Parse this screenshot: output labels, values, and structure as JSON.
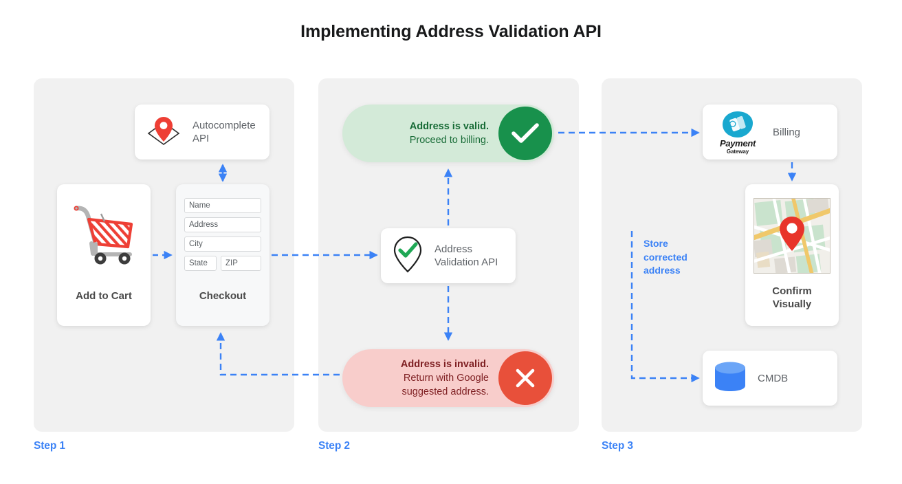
{
  "page": {
    "title": "Implementing Address Validation API",
    "accent_blue": "#3b82f6",
    "panel_bg": "#f1f1f1"
  },
  "steps": [
    {
      "label": "Step 1"
    },
    {
      "label": "Step 2"
    },
    {
      "label": "Step 3"
    }
  ],
  "step1": {
    "autocomplete_card": {
      "label": "Autocomplete\nAPI",
      "label_line1": "Autocomplete",
      "label_line2": "API",
      "icon": "map-pin-diamond-icon"
    },
    "cart_card": {
      "caption": "Add to Cart",
      "icon": "shopping-cart-icon"
    },
    "checkout_card": {
      "caption": "Checkout",
      "fields": [
        {
          "name": "name-field",
          "placeholder": "Name"
        },
        {
          "name": "address-field",
          "placeholder": "Address"
        },
        {
          "name": "city-field",
          "placeholder": "City"
        },
        {
          "name": "state-field",
          "placeholder": "State"
        },
        {
          "name": "zip-field",
          "placeholder": "ZIP"
        }
      ]
    }
  },
  "step2": {
    "valid_pill": {
      "line1": "Address is valid.",
      "line2": "Proceed to billing.",
      "badge_icon": "checkmark-icon",
      "bg": "#d3ead8",
      "badge_color": "#18914c",
      "text_color": "#176b36"
    },
    "invalid_pill": {
      "line1": "Address is invalid.",
      "line2": "Return with Google",
      "line3": "suggested address.",
      "badge_icon": "close-x-icon",
      "bg": "#f8cdcb",
      "badge_color": "#e8503a",
      "text_color": "#7e1f22"
    },
    "validation_card": {
      "label_line1": "Address",
      "label_line2": "Validation API",
      "icon": "pin-check-icon"
    }
  },
  "step3": {
    "billing_card": {
      "label": "Billing",
      "icon": "payment-gateway-logo-icon",
      "logo_word": "Payment",
      "logo_sub": "Gateway"
    },
    "map_card": {
      "caption_line1": "Confirm",
      "caption_line2": "Visually",
      "icon": "map-thumbnail-icon"
    },
    "cmdb_card": {
      "label": "CMDB",
      "icon": "database-cylinder-icon"
    },
    "store_note": {
      "line1": "Store",
      "line2": "corrected",
      "line3": "address"
    }
  }
}
